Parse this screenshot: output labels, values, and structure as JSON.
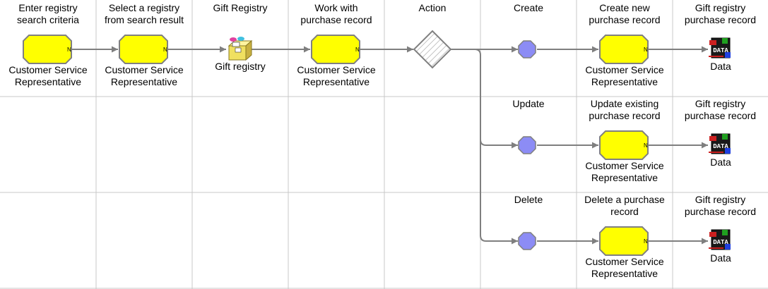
{
  "columns": {
    "c1": "Enter registry\nsearch criteria",
    "c2": "Select a registry\nfrom search result",
    "c3": "Gift Registry",
    "c4": "Work with\npurchase record",
    "c5": "Action",
    "c6_create": "Create",
    "c7_create": "Create new\npurchase record",
    "c8_create": "Gift registry\npurchase record",
    "c6_update": "Update",
    "c7_update": "Update existing\npurchase record",
    "c8_update": "Gift registry\npurchase record",
    "c6_delete": "Delete",
    "c7_delete": "Delete a purchase\nrecord",
    "c8_delete": "Gift registry\npurchase record"
  },
  "nodes": {
    "role_label": "Customer Service\nRepresentative",
    "gift_registry_label": "Gift registry",
    "data_label": "Data",
    "data_icon_text": "DATA",
    "task_marker": "N"
  },
  "colors": {
    "task_fill": "#ffff00",
    "task_stroke": "#808080",
    "event_fill": "#8c8cf5",
    "gateway_fill": "#ffffff",
    "connector": "#7f7f7f",
    "grid": "#c8c8c8"
  }
}
